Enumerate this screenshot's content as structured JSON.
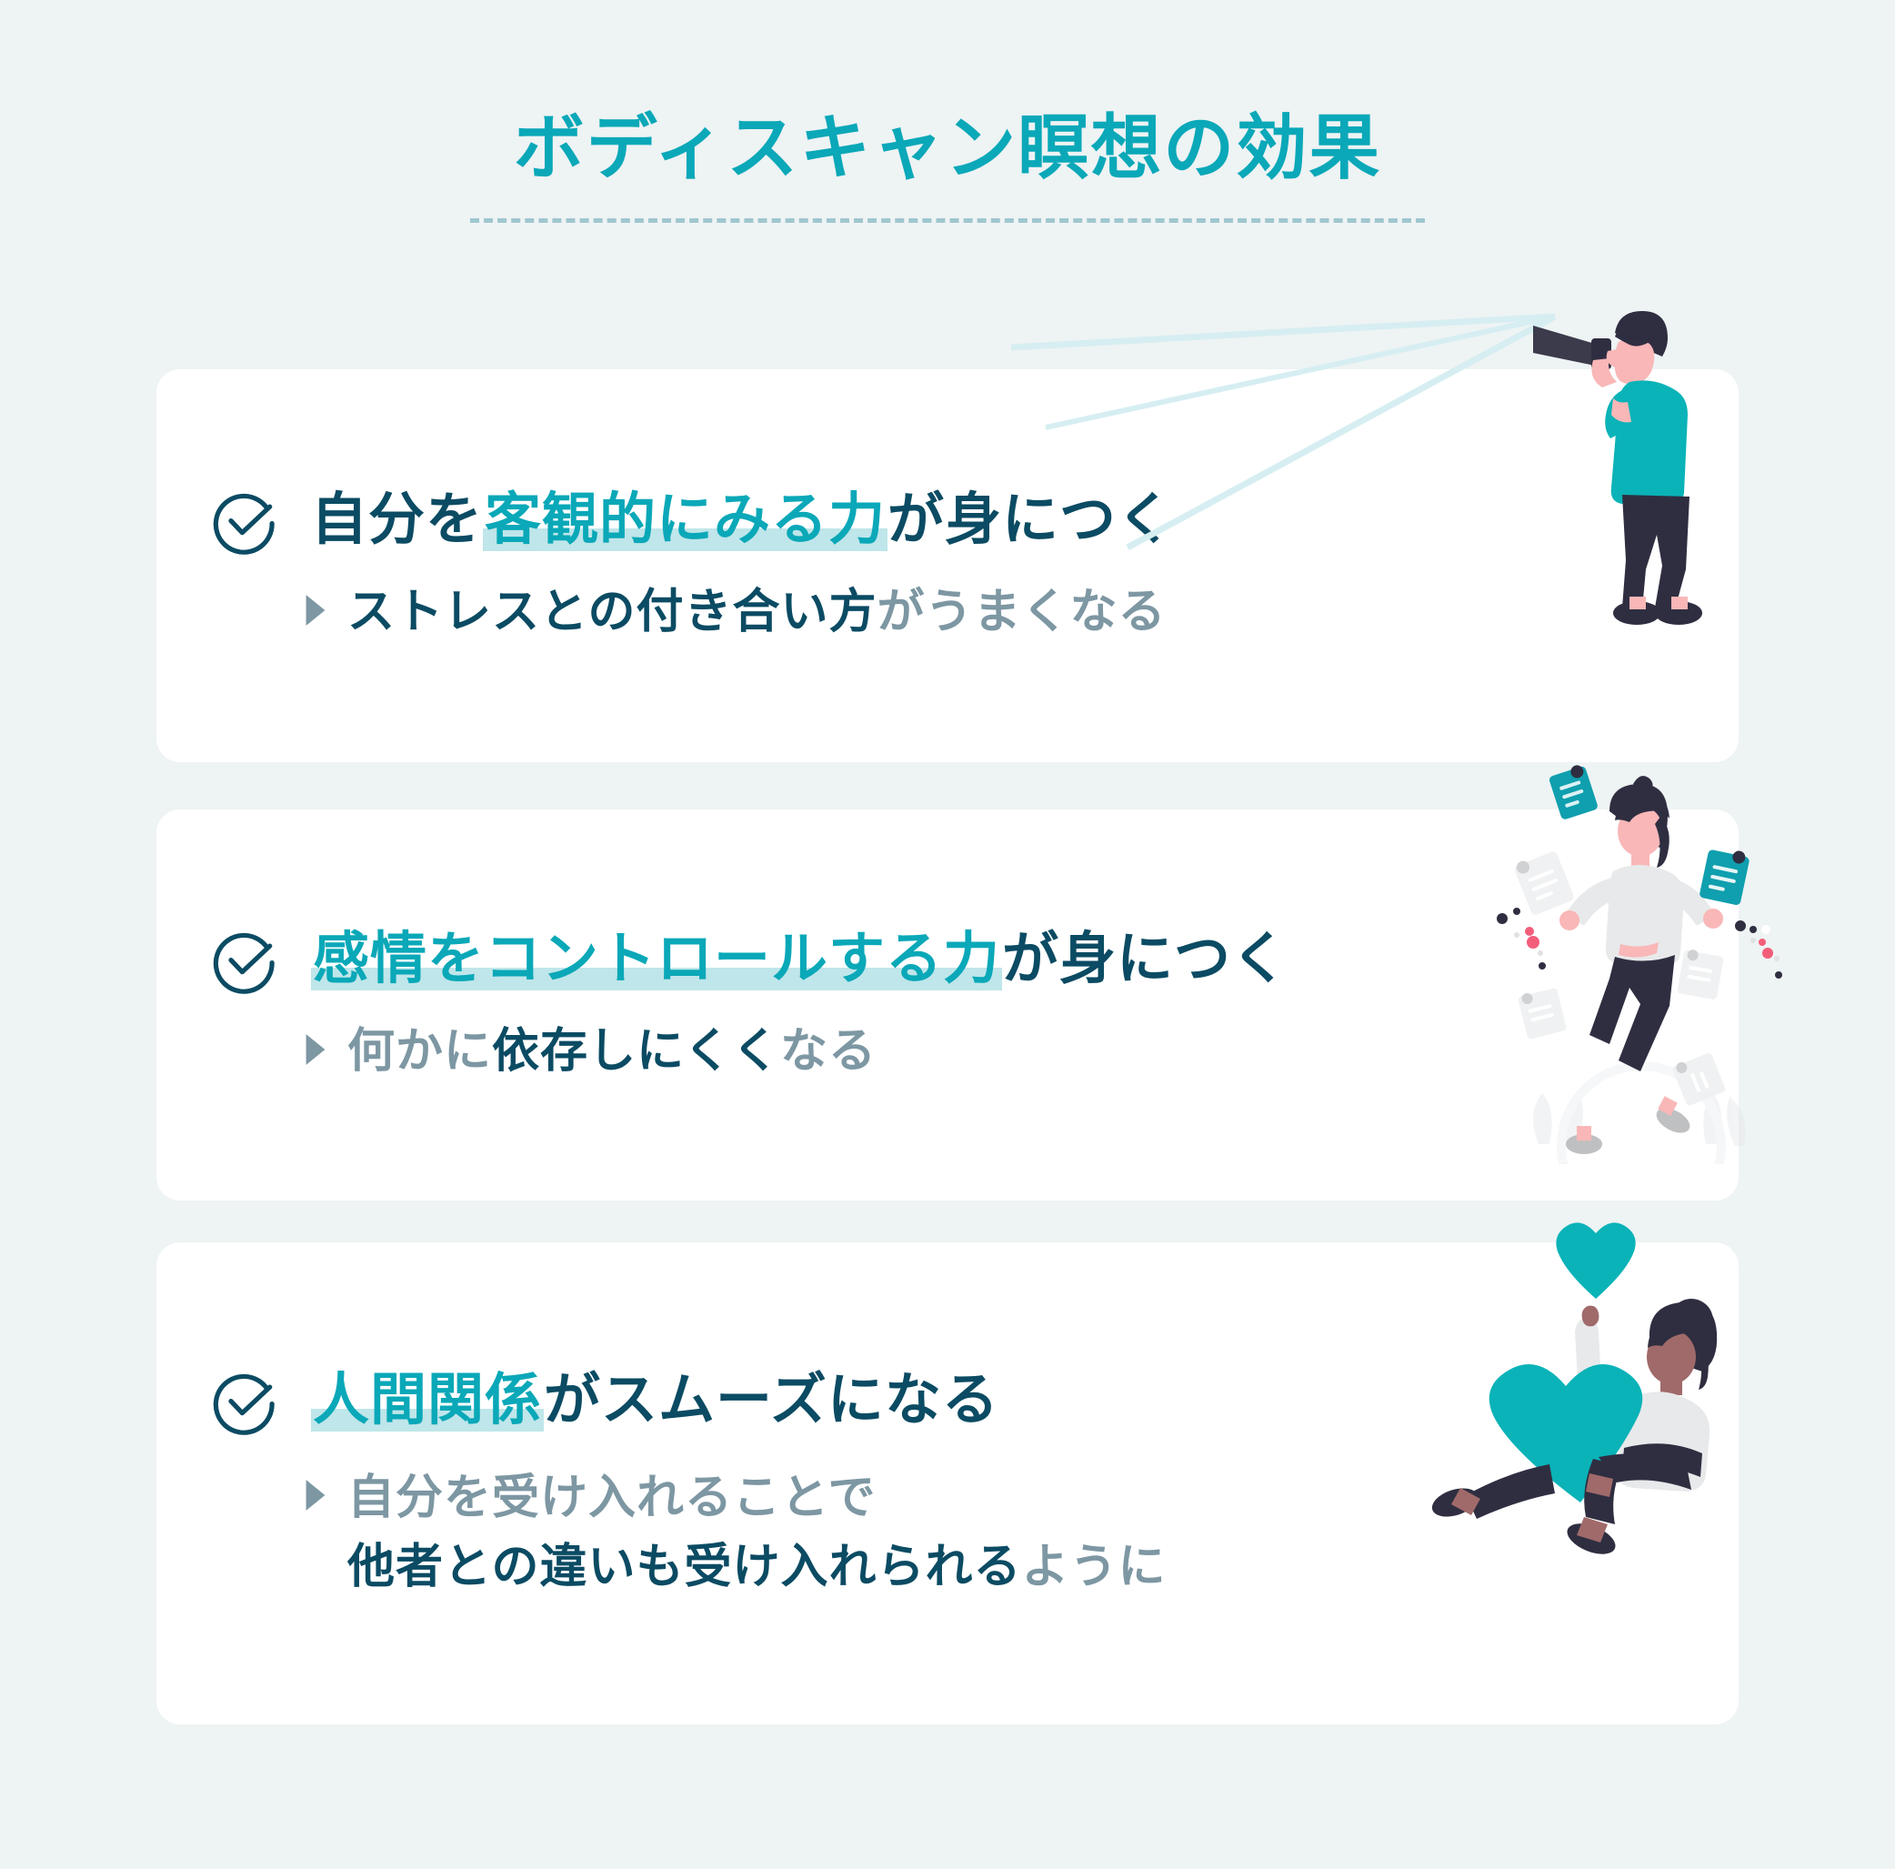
{
  "colors": {
    "background": "#eef3f4",
    "card": "#ffffff",
    "teal": "#0aa8b8",
    "teal_highlight": "#bfe6ea",
    "navy": "#0b4b63",
    "gray_text": "#7d97a3",
    "divider": "#9fc7cf"
  },
  "header": {
    "title": "ボディスキャン瞑想の効果",
    "divider_style": "dashed"
  },
  "cards": [
    {
      "id": "card-1",
      "check_icon": "check-circle-icon",
      "headline_parts": [
        {
          "text": "自分を",
          "style": "navy"
        },
        {
          "text": "客観的にみる力",
          "style": "highlight"
        },
        {
          "text": "が身につく",
          "style": "navy"
        }
      ],
      "headline_plain": "自分を客観的にみる力が身につく",
      "sub_marker": "triangle-right-icon",
      "sub_lines": [
        [
          {
            "text": "ストレスとの付き合い方",
            "style": "navy"
          },
          {
            "text": "がうまくなる",
            "style": "gray"
          }
        ]
      ],
      "illustration": "person-with-telescope-illustration"
    },
    {
      "id": "card-2",
      "check_icon": "check-circle-icon",
      "headline_parts": [
        {
          "text": "感情をコントロールする力",
          "style": "highlight"
        },
        {
          "text": "が身につく",
          "style": "navy"
        }
      ],
      "headline_plain": "感情をコントロールする力が身につく",
      "sub_marker": "triangle-right-icon",
      "sub_lines": [
        [
          {
            "text": "何かに",
            "style": "gray"
          },
          {
            "text": "依存しにくく",
            "style": "navy"
          },
          {
            "text": "なる",
            "style": "gray"
          }
        ]
      ],
      "illustration": "woman-juggling-documents-illustration"
    },
    {
      "id": "card-3",
      "check_icon": "check-circle-icon",
      "headline_parts": [
        {
          "text": "人間関係",
          "style": "highlight"
        },
        {
          "text": "がスムーズになる",
          "style": "navy"
        }
      ],
      "headline_plain": "人間関係がスムーズになる",
      "sub_marker": "triangle-right-icon",
      "sub_lines": [
        [
          {
            "text": "自分を受け入れることで",
            "style": "gray"
          }
        ],
        [
          {
            "text": "他者との違いも受け入れられる",
            "style": "navy"
          },
          {
            "text": "ように",
            "style": "gray"
          }
        ]
      ],
      "illustration": "woman-holding-heart-illustration"
    }
  ]
}
